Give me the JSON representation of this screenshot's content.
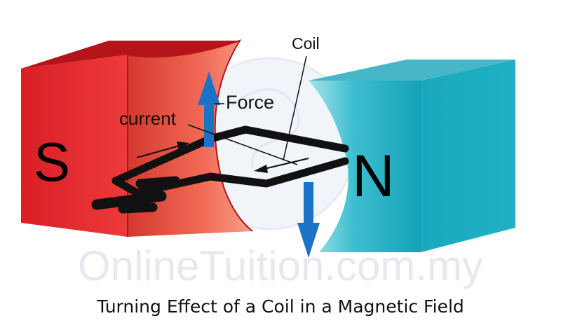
{
  "labels": {
    "coil": "Coil",
    "force": "Force",
    "current": "current",
    "south_pole": "S",
    "north_pole": "N"
  },
  "watermark": "OnlineTuition.com.my",
  "caption": "Turning Effect of a Coil in a Magnetic Field",
  "colors": {
    "south_magnet": "#e2262b",
    "north_magnet": "#1fa3b8",
    "force_arrow": "#1b73c6",
    "coil": "#111111"
  }
}
